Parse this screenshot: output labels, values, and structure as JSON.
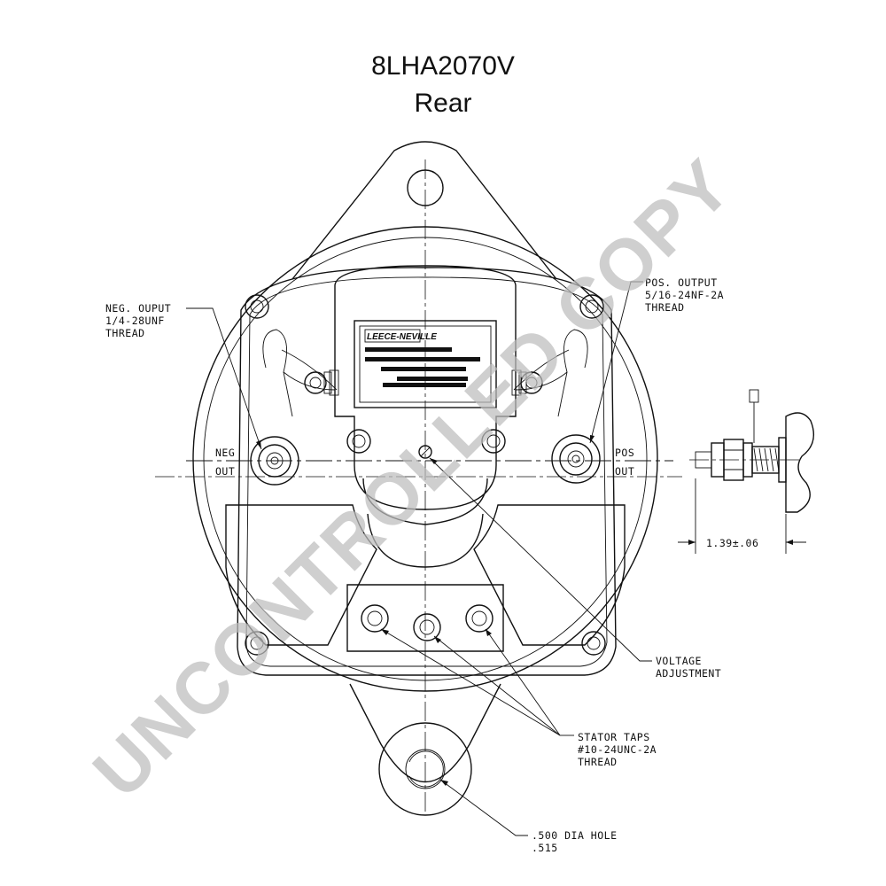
{
  "header": {
    "model": "8LHA2070V",
    "view": "Rear"
  },
  "labels": {
    "neg_output": [
      "NEG. OUPUT",
      "1/4-28UNF",
      "THREAD"
    ],
    "pos_output": [
      "POS. OUTPUT",
      "5/16-24NF-2A",
      "THREAD"
    ],
    "neg_out": [
      "NEG",
      "OUT"
    ],
    "pos_out": [
      "POS",
      "OUT"
    ],
    "voltage_adjustment": [
      "VOLTAGE",
      "ADJUSTMENT"
    ],
    "stator_taps": [
      "STATOR TAPS",
      "#10-24UNC-2A",
      "THREAD"
    ],
    "dia_hole": [
      ".500 DIA HOLE",
      ".515"
    ],
    "dimension": "1.39±.06",
    "brand": "LEECE-NEVILLE"
  },
  "watermark": "UNCONTROLLED COPY",
  "colors": {
    "line": "#111111",
    "watermark": "#bdbdbd",
    "background": "#ffffff"
  }
}
